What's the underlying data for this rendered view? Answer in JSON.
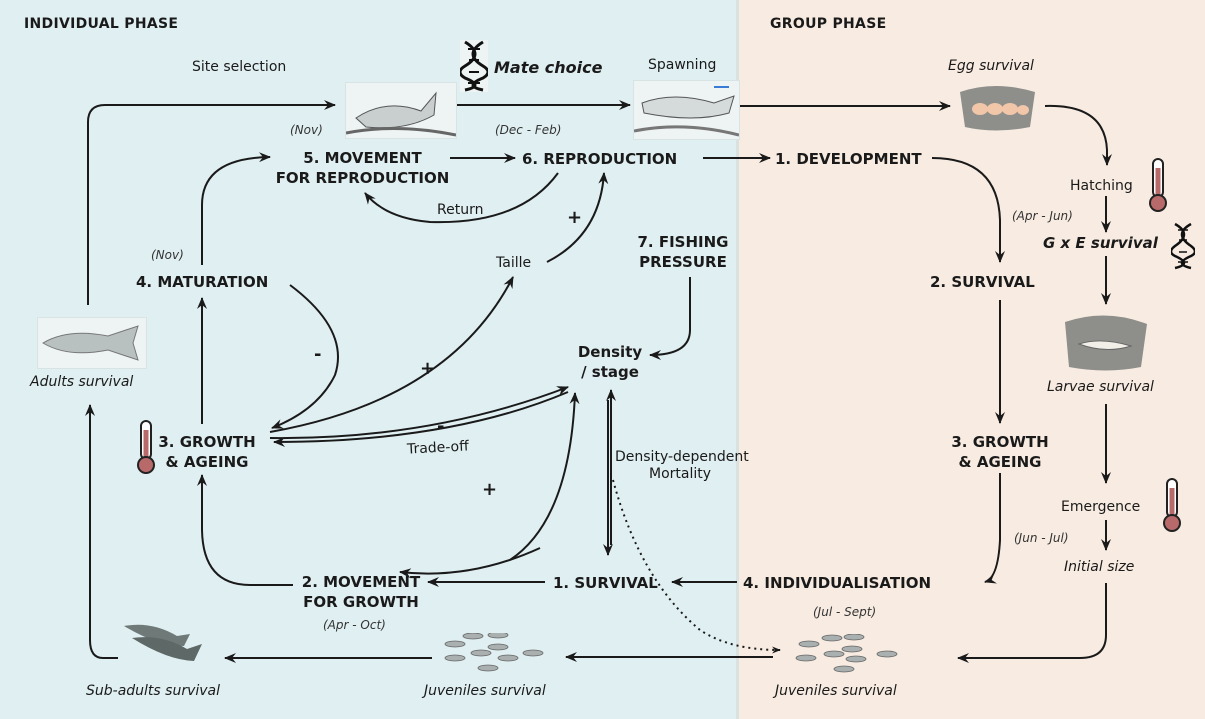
{
  "phases": {
    "individual": "INDIVIDUAL PHASE",
    "group": "GROUP PHASE"
  },
  "colors": {
    "individual_bg": "#e0eff2",
    "group_bg": "#f8ece2",
    "arrow": "#1a1a1a",
    "thermometer": "#b86a6a"
  },
  "top_row": {
    "site_selection": "Site selection",
    "mate_choice": "Mate choice",
    "spawning": "Spawning",
    "nov": "(Nov)",
    "dec_feb": "(Dec - Feb)",
    "egg_survival": "Egg survival"
  },
  "individual_nodes": {
    "movement_reproduction_1": "5. MOVEMENT",
    "movement_reproduction_2": "FOR REPRODUCTION",
    "reproduction": "6. REPRODUCTION",
    "return": "Return",
    "taille": "Taille",
    "fishing_1": "7. FISHING",
    "fishing_2": "PRESSURE",
    "maturation_date": "(Nov)",
    "maturation": "4. MATURATION",
    "density_1": "Density",
    "density_2": "/ stage",
    "growth_1": "3. GROWTH",
    "growth_2": "& AGEING",
    "trade_off": "Trade-off",
    "dd_mortality_1": "Density-dependent",
    "dd_mortality_2": "Mortality",
    "movement_growth_1": "2. MOVEMENT",
    "movement_growth_2": "FOR GROWTH",
    "movement_growth_date": "(Apr - Oct)",
    "survival": "1. SURVIVAL",
    "adults_survival": "Adults survival",
    "subadults_survival": "Sub-adults survival",
    "juveniles_survival": "Juveniles survival"
  },
  "signs": {
    "maturation_growth": "-",
    "growth_taille": "+",
    "taille_reproduction": "+",
    "growth_density": "-",
    "movement_density": "+"
  },
  "group_nodes": {
    "development": "1. DEVELOPMENT",
    "hatching": "Hatching",
    "apr_jun": "(Apr - Jun)",
    "gxe_survival": "G x E survival",
    "survival": "2. SURVIVAL",
    "larvae_survival": "Larvae survival",
    "growth_1": "3. GROWTH",
    "growth_2": "& AGEING",
    "emergence": "Emergence",
    "jun_jul": "(Jun - Jul)",
    "initial_size": "Initial size",
    "individualisation": "4. INDIVIDUALISATION",
    "jul_sept": "(Jul - Sept)",
    "juveniles_survival": "Juveniles survival"
  }
}
